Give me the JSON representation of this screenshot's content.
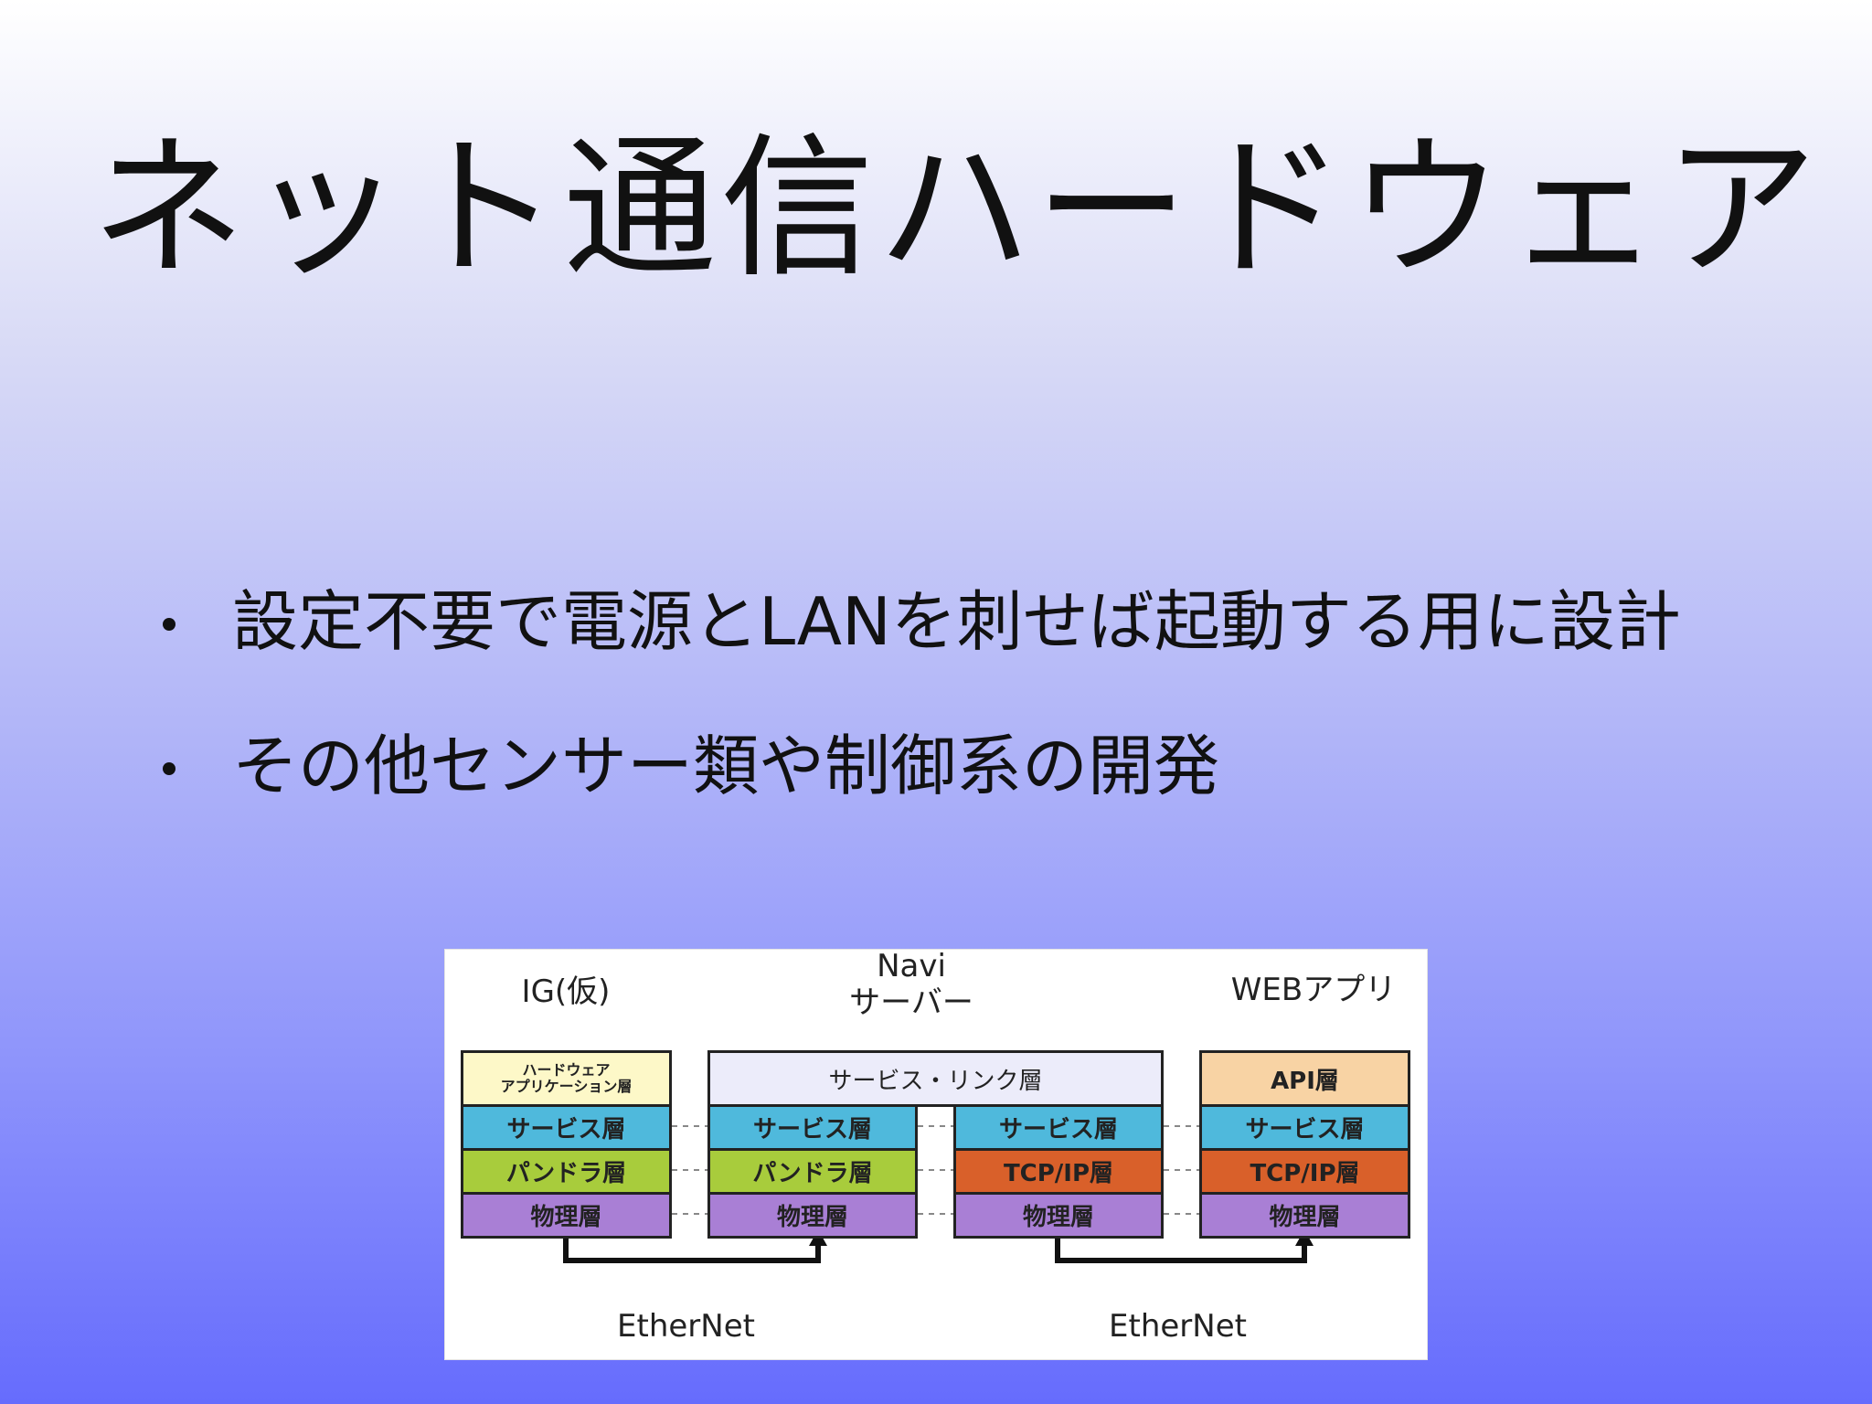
{
  "slide": {
    "title": "ネット通信ハードウェア",
    "bullets": [
      "設定不要で電源とLANを刺せば起動する用に設計",
      "その他センサー類や制御系の開発"
    ]
  },
  "diagram": {
    "nodes": [
      {
        "label": "IG(仮)"
      },
      {
        "label_line1": "Navi",
        "label_line2": "サーバー"
      },
      {
        "label": "WEBアプリ"
      }
    ],
    "stacks": [
      {
        "layers": [
          {
            "label": "ハードウェア\nアプリケーション層",
            "color": "#fdf8c8"
          },
          {
            "label": "サービス層",
            "color": "#4fb9dc"
          },
          {
            "label": "パンドラ層",
            "color": "#a8cc3c"
          },
          {
            "label": "物理層",
            "color": "#a97fd5"
          }
        ]
      },
      {
        "layers": [
          {
            "label": "サービス層",
            "color": "#4fb9dc"
          },
          {
            "label": "パンドラ層",
            "color": "#a8cc3c"
          },
          {
            "label": "物理層",
            "color": "#a97fd5"
          }
        ]
      },
      {
        "layers": [
          {
            "label": "サービス層",
            "color": "#4fb9dc"
          },
          {
            "label": "TCP/IP層",
            "color": "#d9602a"
          },
          {
            "label": "物理層",
            "color": "#a97fd5"
          }
        ]
      },
      {
        "layers": [
          {
            "label": "API層",
            "color": "#f8d3a4"
          },
          {
            "label": "サービス層",
            "color": "#4fb9dc"
          },
          {
            "label": "TCP/IP層",
            "color": "#d9602a"
          },
          {
            "label": "物理層",
            "color": "#a97fd5"
          }
        ]
      }
    ],
    "shared_layer": {
      "label": "サービス・リンク層",
      "color": "#ececfa"
    },
    "links": [
      {
        "label": "EtherNet"
      },
      {
        "label": "EtherNet"
      }
    ]
  }
}
